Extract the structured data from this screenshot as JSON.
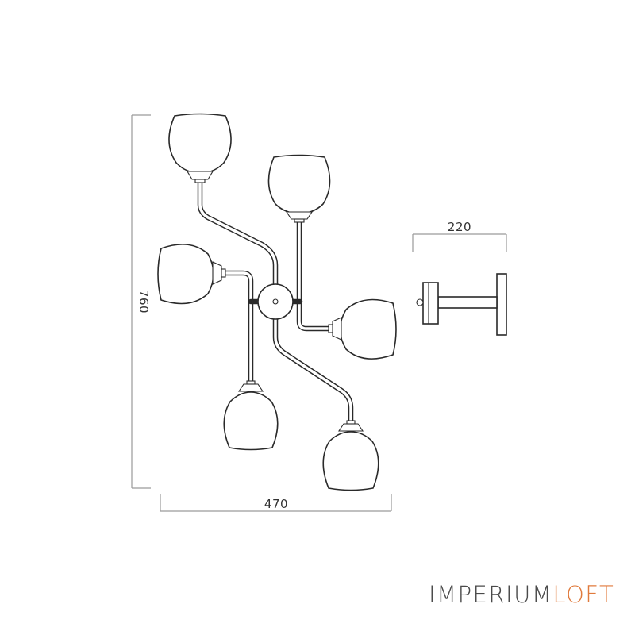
{
  "dimensions": {
    "height": "760",
    "width": "470",
    "depth": "220"
  },
  "logo": {
    "part1": "IMPERIUM",
    "part2": "LOFT",
    "accent_color": "#e07a3c",
    "text_color": "#4a4a4a"
  },
  "colors": {
    "line": "#2a2a2a",
    "dimension_line": "#9a9a9a"
  }
}
